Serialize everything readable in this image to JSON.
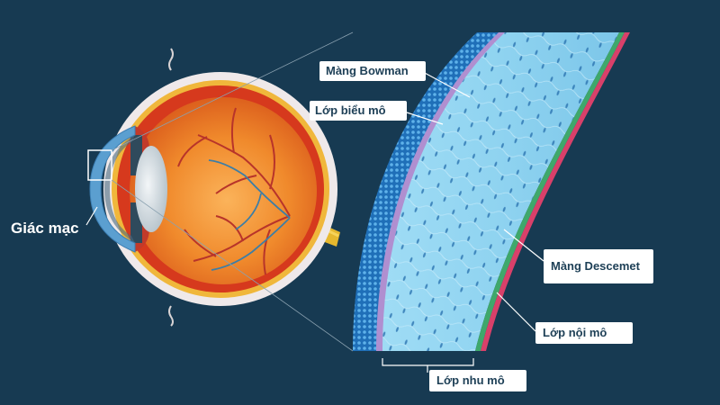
{
  "colors": {
    "background": "#173a52",
    "stroma": "#8fd3f0",
    "epithelium": "#2d87cf",
    "bowman_membrane": "#b08fd0",
    "descemet_membrane": "#3fa86b",
    "endothelium": "#d9406a",
    "eye_red": "#d6391d",
    "eye_orange": "#f39c3a",
    "vessel": "#b8342a"
  },
  "labels": {
    "cornea": "Giác mạc",
    "bowman": "Màng Bowman",
    "epithelium": "Lớp biểu mô",
    "descemet": "Màng Descemet",
    "endothelium": "Lớp nội mô",
    "stroma": "Lớp nhu mô"
  },
  "icons": {
    "eyeball": "eyeball-cross-section-icon",
    "cornea_zoom": "cornea-layers-icon"
  }
}
